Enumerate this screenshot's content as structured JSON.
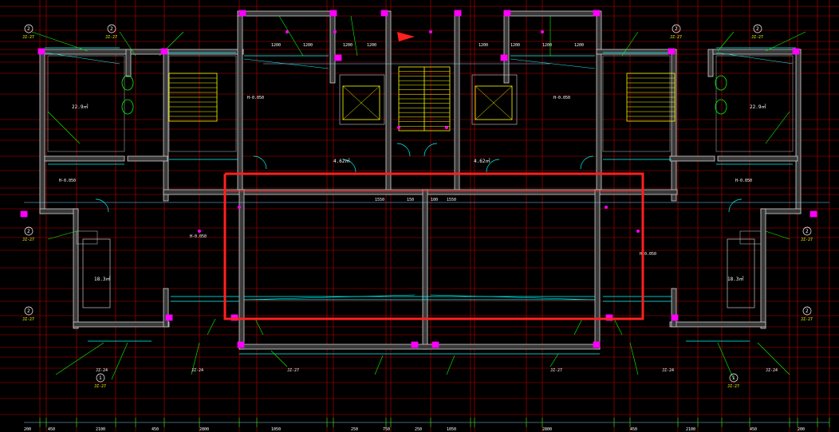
{
  "colors": {
    "background": "#000000",
    "axis": "#c00000",
    "wall": "#ffffff",
    "window": "#00ffff",
    "annotation": "#ffff00",
    "leader": "#00ff00",
    "callout": "#ff00ff",
    "highlight": "#ff2020",
    "dimension": "#7fd0ff"
  },
  "drawing": {
    "level_labels": [
      "H-0.050",
      "H-0.050",
      "H-0.050",
      "H-0.050",
      "H-0.050",
      "H-0.050"
    ],
    "axis_bubbles": [
      "2",
      "2",
      "2",
      "2",
      "1",
      "1",
      "2",
      "2",
      "2",
      "2"
    ],
    "axis_bubble_refs": [
      "JZ-27",
      "JZ-27",
      "JZ-27",
      "JZ-27",
      "JZ-27",
      "JZ-27",
      "JZ-27",
      "JZ-27",
      "JZ-27",
      "JZ-27"
    ],
    "area_labels": [
      "22.9㎡",
      "22.9㎡",
      "18.3㎡",
      "18.3㎡",
      "4.62㎡",
      "4.62㎡"
    ],
    "dim_top": [
      "1200",
      "1200",
      "1200",
      "1200",
      "1200",
      "1200",
      "1200",
      "1200"
    ],
    "dim_mid": [
      "1550",
      "150",
      "100",
      "1550"
    ],
    "dim_bottom": [
      "200",
      "450",
      "2100",
      "450",
      "2800",
      "1050",
      "250",
      "750",
      "250",
      "1050",
      "2800",
      "450",
      "2100",
      "450",
      "200"
    ],
    "room_codes": [
      "JZ-24",
      "JZ-24",
      "JZ-27",
      "JZ-27",
      "JZ-24",
      "JZ-24"
    ]
  }
}
